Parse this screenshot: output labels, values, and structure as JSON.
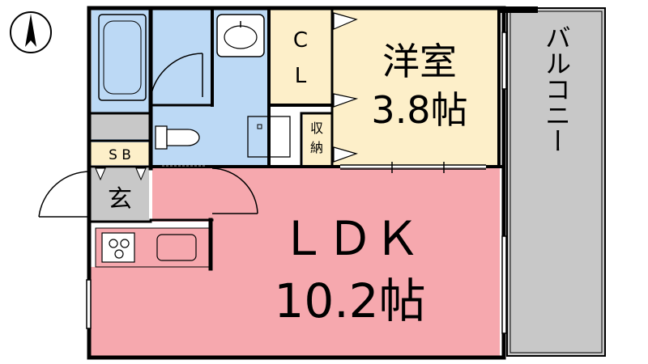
{
  "compass": {
    "north_icon": "north-arrow-icon"
  },
  "rooms": {
    "western_room": {
      "name": "洋室",
      "size": "3.8帖"
    },
    "ldk": {
      "name": "ＬＤＫ",
      "size": "10.2帖"
    },
    "closet": {
      "line1": "C",
      "line2": "L"
    },
    "storage": {
      "line1": "収",
      "line2": "納"
    },
    "shoebox": {
      "label": "S B"
    },
    "entrance": {
      "label": "玄"
    },
    "balcony": {
      "label": "バルコニー"
    }
  },
  "colors": {
    "ldk": "#f6a8ae",
    "western_room": "#fdefc9",
    "closet": "#fdefc9",
    "storage": "#fdefc9",
    "shoebox": "#fdefc9",
    "wet_area": "#bcd9f5",
    "balcony": "#c8c8c8",
    "entrance": "#c8c8c8",
    "wall": "#000000"
  },
  "fixtures": {
    "bathtub": "bathtub-icon",
    "sink": "washbasin-icon",
    "toilet": "toilet-icon",
    "washer": "washing-machine-pan-icon",
    "stove": "stove-burner-icon",
    "kitchen_sink": "kitchen-sink-icon"
  }
}
